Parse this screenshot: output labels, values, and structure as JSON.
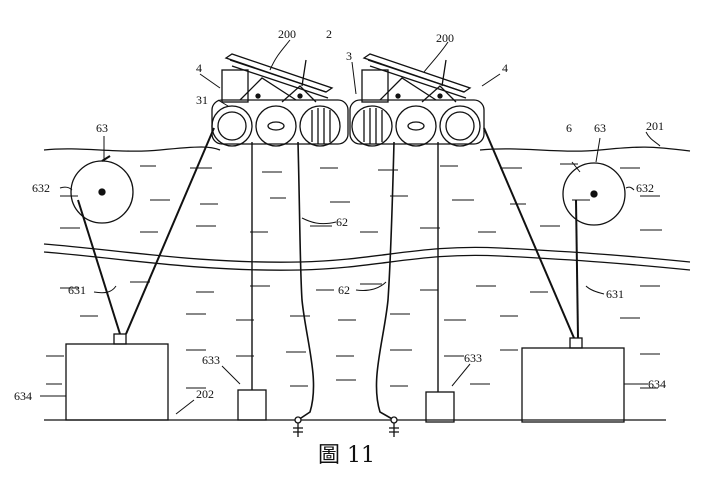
{
  "labels": {
    "l200a": "200",
    "l2": "2",
    "l200b": "200",
    "l4a": "4",
    "l3": "3",
    "l4b": "4",
    "l31": "31",
    "l63a": "63",
    "l6": "6",
    "l63b": "63",
    "l201": "201",
    "l632a": "632",
    "l632b": "632",
    "l62a": "62",
    "l62b": "62",
    "l631a": "631",
    "l631b": "631",
    "l633a": "633",
    "l633b": "633",
    "l634a": "634",
    "l634b": "634",
    "l202": "202"
  },
  "caption": "圖 11"
}
